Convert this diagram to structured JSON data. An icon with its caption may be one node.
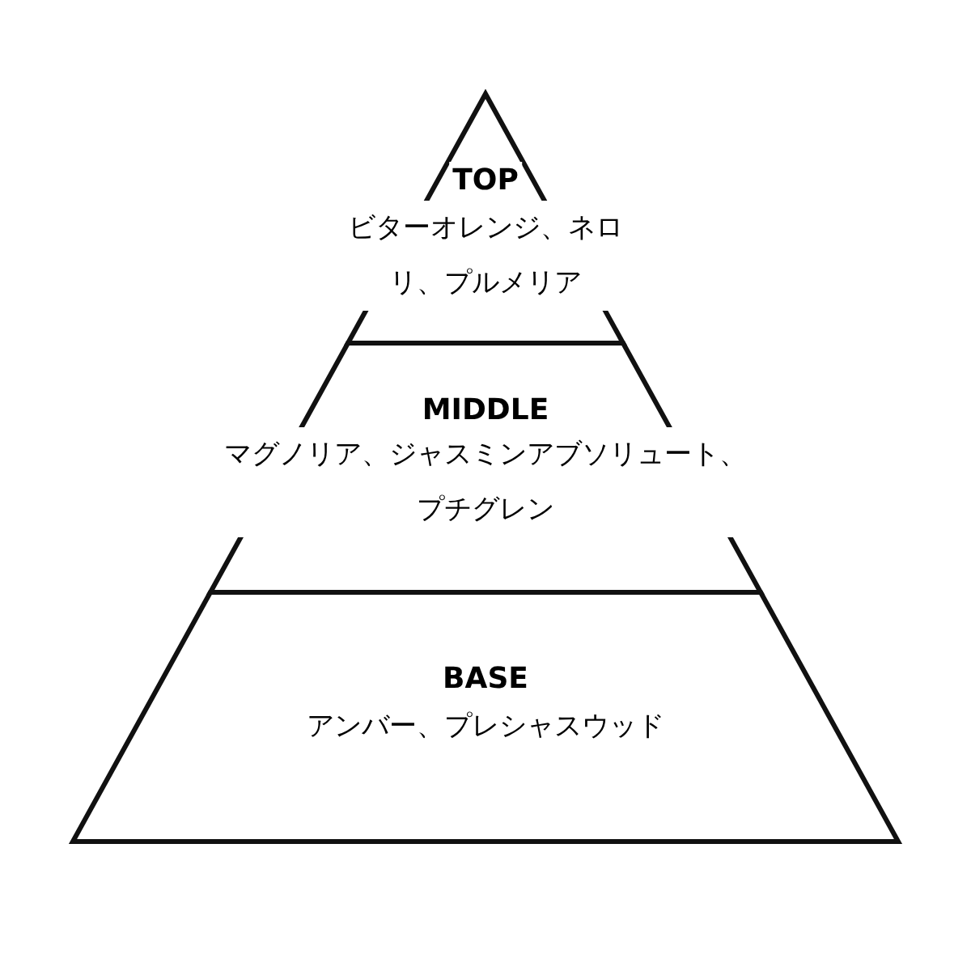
{
  "diagram": {
    "nodes": [
      {
        "text": [
          "TOP",
          "ビターオレンジ、ネロリ、プルメリア"
        ]
      },
      {
        "text": [
          "MIDDLE",
          "マグノリア、ジャスミンアブソリュート、プチグレン"
        ]
      },
      {
        "text": [
          "BASE",
          "アンバー、プレシャスウッド"
        ]
      }
    ]
  }
}
